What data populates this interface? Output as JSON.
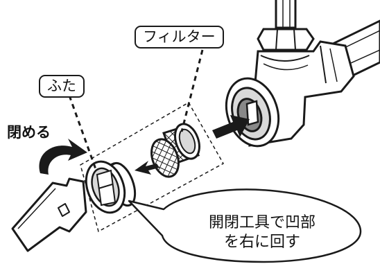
{
  "labels": {
    "filter": "フィルター",
    "lid": "ふた",
    "close": "閉める",
    "instruction_line1": "開閉工具で凹部",
    "instruction_line2": "を右に回す"
  },
  "colors": {
    "ink": "#1a1a1a",
    "fill_light": "#ffffff",
    "fill_gray": "#d9d9d9",
    "fill_dark": "#888888"
  }
}
